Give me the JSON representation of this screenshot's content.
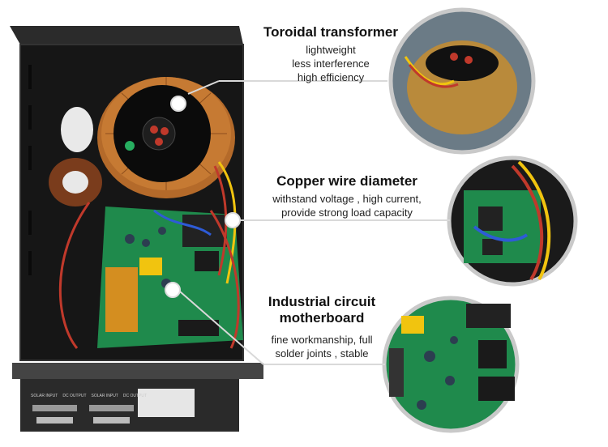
{
  "callouts": [
    {
      "title": "Toroidal transformer",
      "lines": [
        "lightweight",
        "less interference",
        "high efficiency"
      ]
    },
    {
      "title": "Copper wire diameter",
      "lines": [
        "withstand voltage , high current,",
        "provide strong load capacity"
      ]
    },
    {
      "title_lines": [
        "Industrial circuit",
        "motherboard"
      ],
      "lines": [
        "fine workmanship, full",
        "solder joints , stable"
      ]
    }
  ],
  "panel_labels": [
    "SOLAR INPUT",
    "DC OUTPUT",
    "SOLAR INPUT",
    "DC OUTPUT"
  ]
}
